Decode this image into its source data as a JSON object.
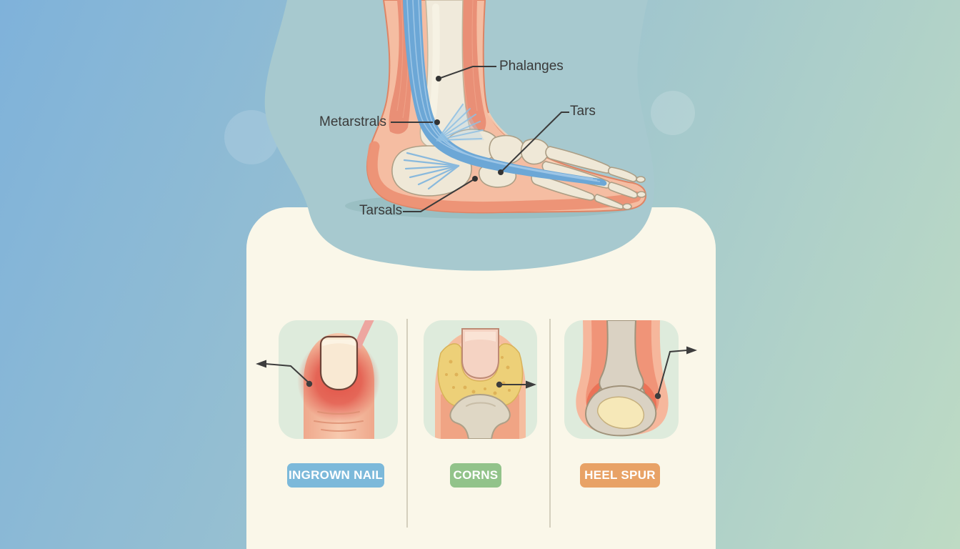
{
  "anatomy": {
    "labels": [
      {
        "id": "phalanges",
        "text": "Phalanges"
      },
      {
        "id": "metarstrals",
        "text": "Metarstrals"
      },
      {
        "id": "tars",
        "text": "Tars"
      },
      {
        "id": "tarsals",
        "text": "Tarsals"
      }
    ]
  },
  "conditions": [
    {
      "id": "ingrown-nail",
      "label": "INGROWN NAIL",
      "badge_color": "#7cb9da"
    },
    {
      "id": "corns",
      "label": "CORNS",
      "badge_color": "#92c38a"
    },
    {
      "id": "heel-spur",
      "label": "HEEL SPUR",
      "badge_color": "#e8a266"
    }
  ],
  "colors": {
    "bg_start": "#7fb2da",
    "bg_mid": "#9cc3cf",
    "bg_end": "#bedbc4",
    "blob": "#a7c9cf",
    "card": "#faf7e9",
    "panel_bg": "#deebdc",
    "label_text": "#3a3a3a"
  }
}
